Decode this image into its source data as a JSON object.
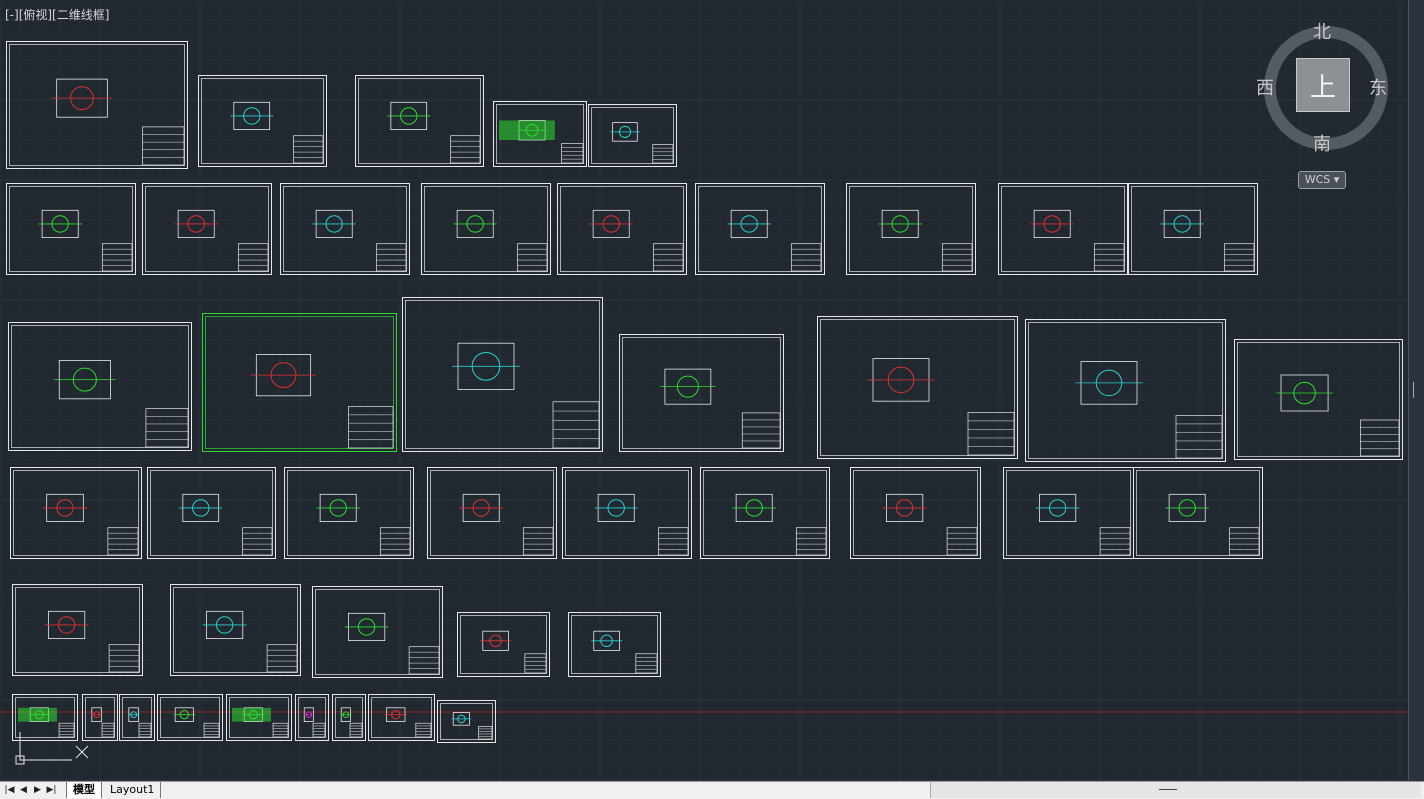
{
  "viewport": {
    "label": "[-][俯视][二维线框]",
    "background": "#212830",
    "grid_color": "#2c3440",
    "red_axis_color": "#8a2a2a"
  },
  "viewcube": {
    "north": "北",
    "south": "南",
    "east": "东",
    "west": "西",
    "face": "上",
    "wcs_label": "WCS",
    "wcs_caret": "▾"
  },
  "tabs": {
    "model": "模型",
    "layout1": "Layout1"
  },
  "nav_buttons": [
    "|◀",
    "◀",
    "▶",
    "▶|"
  ],
  "colors": {
    "line": "#e8e8e8",
    "selected": "#2fdc2f",
    "red": "#e03030",
    "cyan": "#29d0d0",
    "green": "#2fdc2f",
    "magenta": "#d030d0",
    "blue": "#3040e0"
  }
}
